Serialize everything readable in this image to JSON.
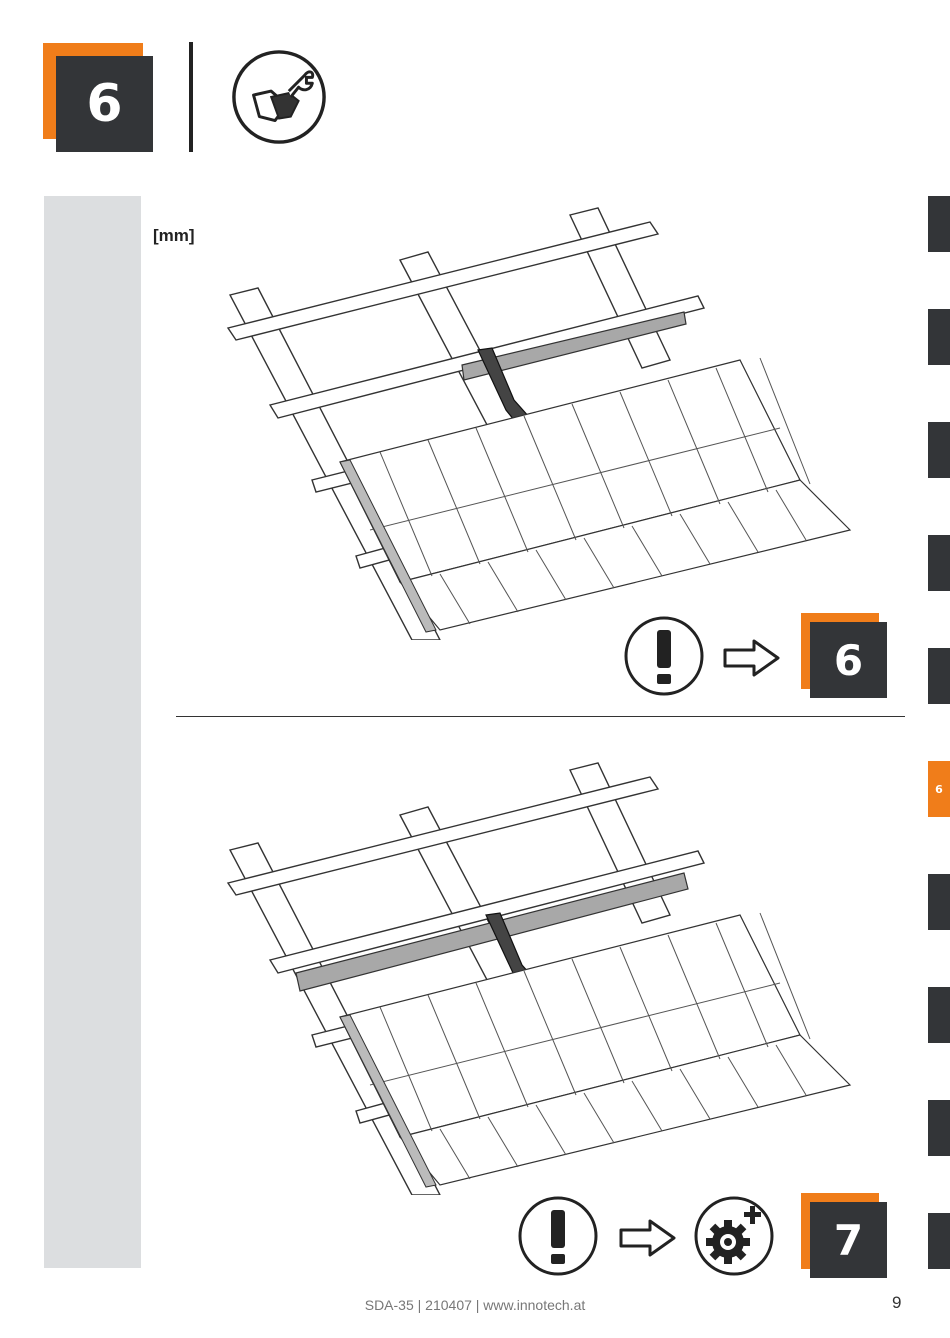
{
  "header": {
    "step_number": "6",
    "tool_icon": "hand-wrench-icon"
  },
  "unit_label": "[mm]",
  "panel_top": {
    "warning_icon": "exclamation-circle-icon",
    "arrow_icon": "outline-arrow-right-icon",
    "target_step": "6"
  },
  "panel_bottom": {
    "warning_icon": "exclamation-circle-icon",
    "arrow_icon": "outline-arrow-right-icon",
    "gear_icon": "gear-plus-icon",
    "target_step": "7"
  },
  "side_nav": {
    "active_label": "6"
  },
  "footer": {
    "text": "SDA-35 | 210407 | www.innotech.at",
    "page_number": "9"
  },
  "colors": {
    "accent": "#f07d1a",
    "dark": "#333538",
    "band": "#dcdee0"
  }
}
